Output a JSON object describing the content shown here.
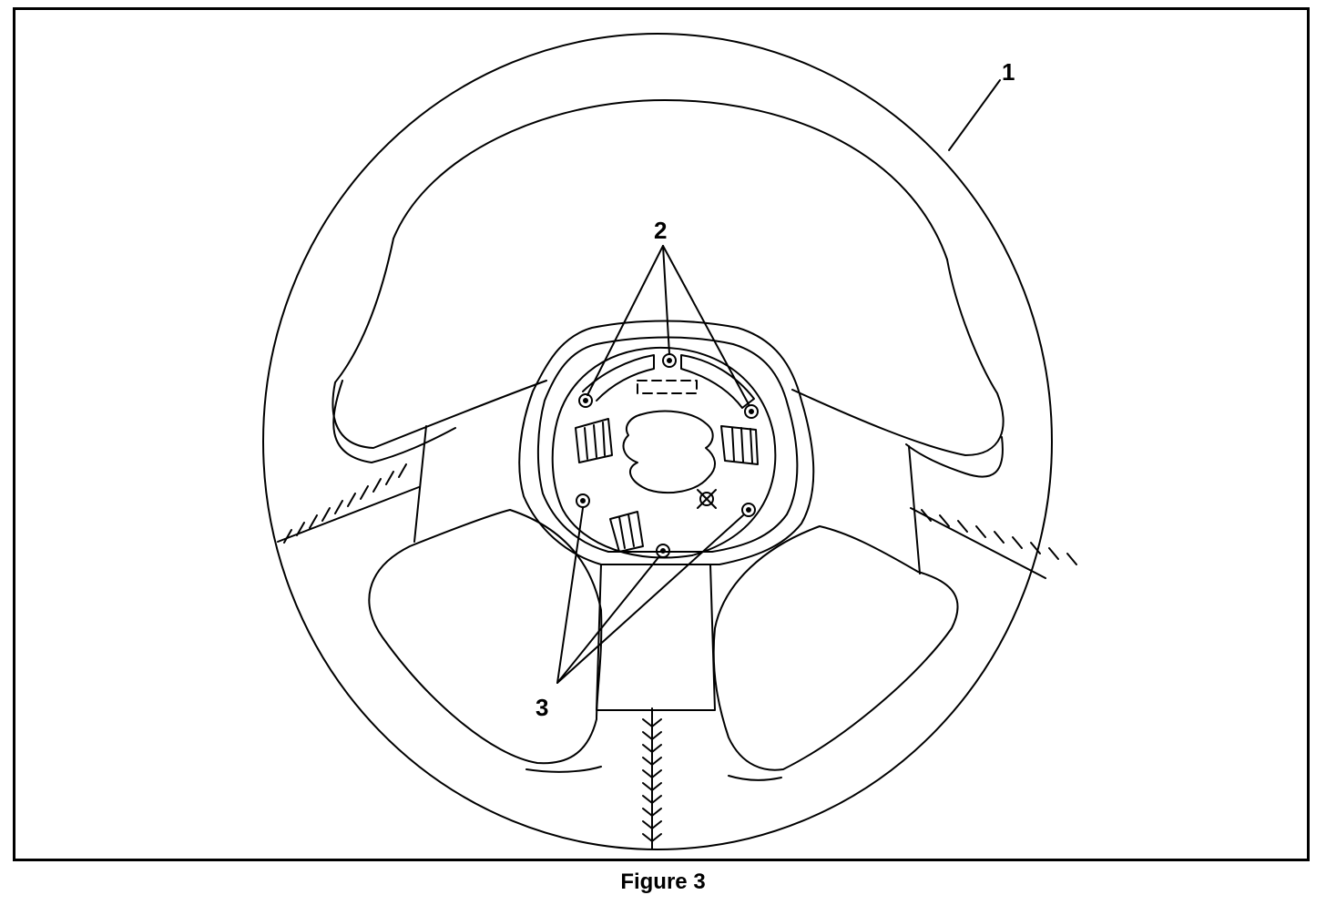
{
  "figure": {
    "caption": "Figure 3",
    "callouts": {
      "one": "1",
      "two": "2",
      "three": "3"
    }
  }
}
